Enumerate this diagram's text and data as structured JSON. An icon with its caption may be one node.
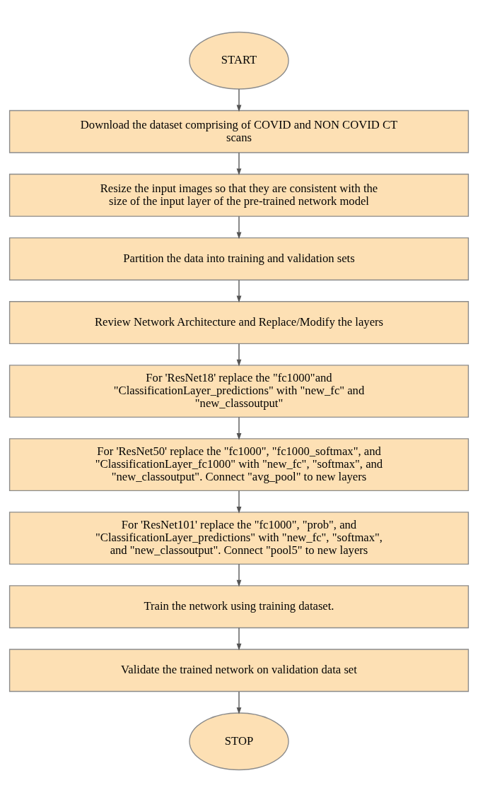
{
  "diagram": {
    "nodes": [
      {
        "text": [
          "START"
        ]
      },
      {
        "text": [
          "Download the dataset comprising of COVID and NON COVID CT scans"
        ]
      },
      {
        "text": [
          "Resize the input images so that they are consistent with the size of the input layer of the pre-trained network model"
        ]
      },
      {
        "text": [
          "Partition the data into training and validation sets"
        ]
      },
      {
        "text": [
          "Review Network Architecture and Replace/Modify the layers"
        ]
      },
      {
        "text": [
          "For 'ResNet18' replace the \"fc1000\"and \"ClassificationLayer_predictions\" with \"new_fc\" and \"new_classoutput\""
        ]
      },
      {
        "text": [
          "For 'ResNet50' replace the \"fc1000\", \"fc1000_softmax\", and \"ClassificationLayer_fc1000\" with \"new_fc\", \"softmax\", and \"new_classoutput\". Connect \"avg_pool\" to new layers"
        ]
      },
      {
        "text": [
          "For 'ResNet101' replace the \"fc1000\", \"prob\", and \"ClassificationLayer_predictions\" with \"new_fc\", \"softmax\", and \"new_classoutput\". Connect \"pool5\" to new layers"
        ]
      },
      {
        "text": [
          "Train the network using training dataset."
        ]
      },
      {
        "text": [
          "Validate the trained network on validation data set"
        ]
      },
      {
        "text": [
          "STOP"
        ]
      }
    ],
    "edges": [
      {
        "from": 0,
        "to": 1,
        "arrow": "to"
      },
      {
        "from": 1,
        "to": 2,
        "arrow": "to"
      },
      {
        "from": 2,
        "to": 3,
        "arrow": "to"
      },
      {
        "from": 3,
        "to": 4,
        "arrow": "to"
      },
      {
        "from": 4,
        "to": 5,
        "arrow": "to"
      },
      {
        "from": 5,
        "to": 6,
        "arrow": "to"
      },
      {
        "from": 6,
        "to": 7,
        "arrow": "to"
      },
      {
        "from": 7,
        "to": 8,
        "arrow": "to"
      },
      {
        "from": 8,
        "to": 9,
        "arrow": "to"
      },
      {
        "from": 9,
        "to": 10,
        "arrow": "to"
      }
    ]
  }
}
